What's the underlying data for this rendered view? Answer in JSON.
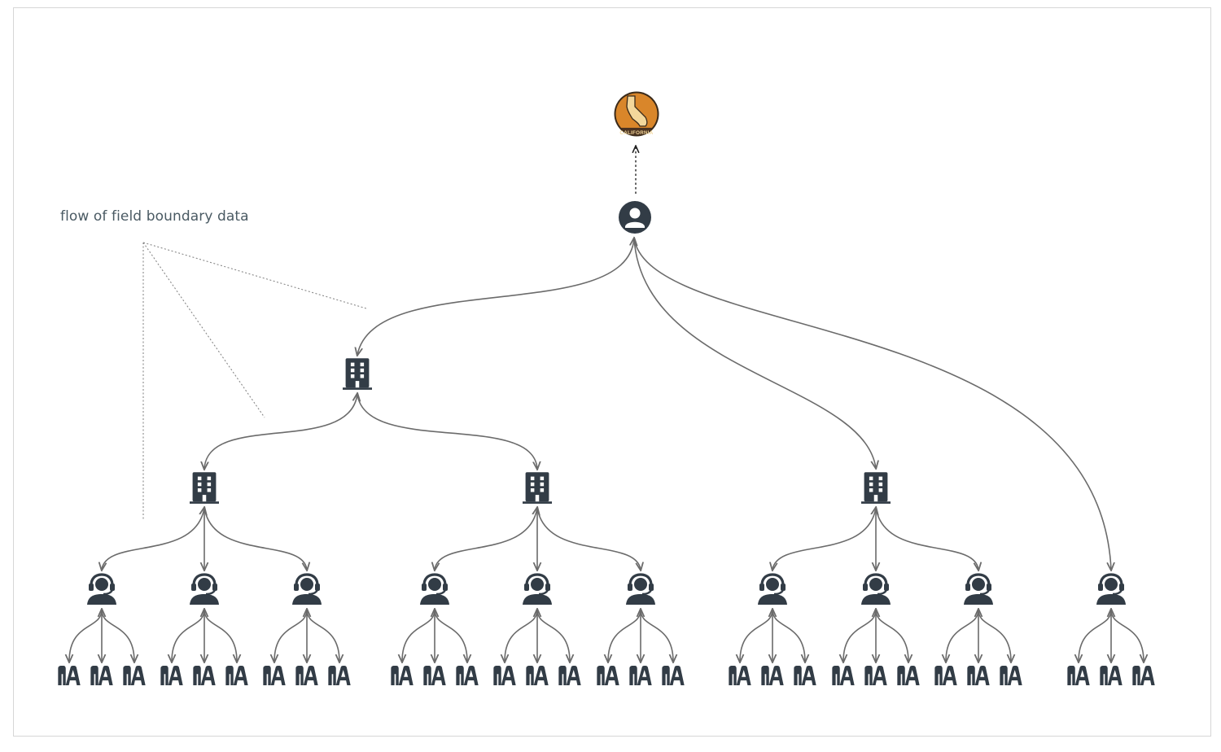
{
  "annotation": {
    "text": "flow of field boundary data"
  },
  "seal": {
    "text": "CALIFORNIA"
  },
  "colors": {
    "icon": "#323c46",
    "edge": "#6b6b6b",
    "seal_fill": "#d9862a",
    "seal_ring": "#3a2a1a",
    "state_shape": "#f3d79b",
    "annotation_text": "#4a5a63"
  },
  "icons": {
    "state": "california-seal-icon",
    "coordinator": "person-icon",
    "organization": "building-icon",
    "agent": "headset-agent-icon",
    "farmer": "farmer-icon"
  },
  "nodes": [
    {
      "id": "state",
      "role": "state"
    },
    {
      "id": "coordinator",
      "role": "coordinator"
    },
    {
      "id": "org-main",
      "role": "organization"
    },
    {
      "id": "org-a",
      "role": "organization"
    },
    {
      "id": "org-b",
      "role": "organization"
    },
    {
      "id": "org-c",
      "role": "organization"
    },
    {
      "id": "agent-a1",
      "role": "agent"
    },
    {
      "id": "agent-a2",
      "role": "agent"
    },
    {
      "id": "agent-a3",
      "role": "agent"
    },
    {
      "id": "agent-b1",
      "role": "agent"
    },
    {
      "id": "agent-b2",
      "role": "agent"
    },
    {
      "id": "agent-b3",
      "role": "agent"
    },
    {
      "id": "agent-c1",
      "role": "agent"
    },
    {
      "id": "agent-c2",
      "role": "agent"
    },
    {
      "id": "agent-c3",
      "role": "agent"
    },
    {
      "id": "agent-d1",
      "role": "agent"
    }
  ],
  "edges": [
    {
      "from": "coordinator",
      "to": "state",
      "style": "dashed"
    },
    {
      "from": "coordinator",
      "to": "org-main"
    },
    {
      "from": "coordinator",
      "to": "org-c"
    },
    {
      "from": "coordinator",
      "to": "agent-d1"
    },
    {
      "from": "org-main",
      "to": "org-a"
    },
    {
      "from": "org-main",
      "to": "org-b"
    },
    {
      "from": "org-a",
      "to": "agent-a1"
    },
    {
      "from": "org-a",
      "to": "agent-a2"
    },
    {
      "from": "org-a",
      "to": "agent-a3"
    },
    {
      "from": "org-b",
      "to": "agent-b1"
    },
    {
      "from": "org-b",
      "to": "agent-b2"
    },
    {
      "from": "org-b",
      "to": "agent-b3"
    },
    {
      "from": "org-c",
      "to": "agent-c1"
    },
    {
      "from": "org-c",
      "to": "agent-c2"
    },
    {
      "from": "org-c",
      "to": "agent-c3"
    }
  ],
  "farmers_per_agent": 3
}
